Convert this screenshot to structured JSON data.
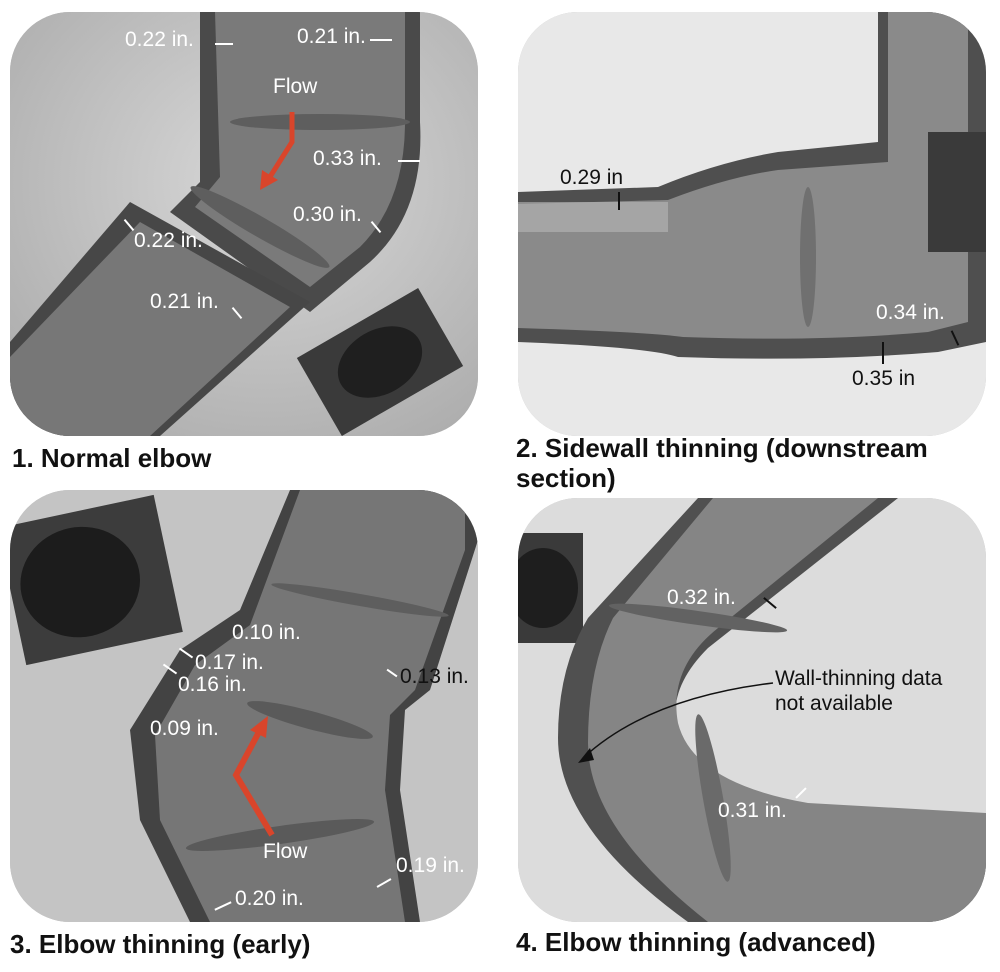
{
  "panels": [
    {
      "caption": "1. Normal elbow",
      "labels": [
        "0.22 in.",
        "0.21 in.",
        "Flow",
        "0.33 in.",
        "0.30 in.",
        "0.22 in.",
        "0.21 in."
      ]
    },
    {
      "caption_line1": "2. Sidewall thinning (downstream",
      "caption_line2": "section)",
      "labels": [
        "0.29 in",
        "0.34 in.",
        "0.35 in"
      ]
    },
    {
      "caption": "3. Elbow thinning (early)",
      "labels": [
        "0.10 in.",
        "0.17 in.",
        "0.16 in.",
        "0.13 in.",
        "0.09 in.",
        "Flow",
        "0.19 in.",
        "0.20 in."
      ]
    },
    {
      "caption": "4. Elbow thinning (advanced)",
      "labels": [
        "0.32 in.",
        "Wall-thinning data",
        "not available",
        "0.31 in."
      ]
    }
  ],
  "colors": {
    "flow_arrow": "#d9452b",
    "label_text": "#ffffff",
    "caption_text": "#111111"
  }
}
